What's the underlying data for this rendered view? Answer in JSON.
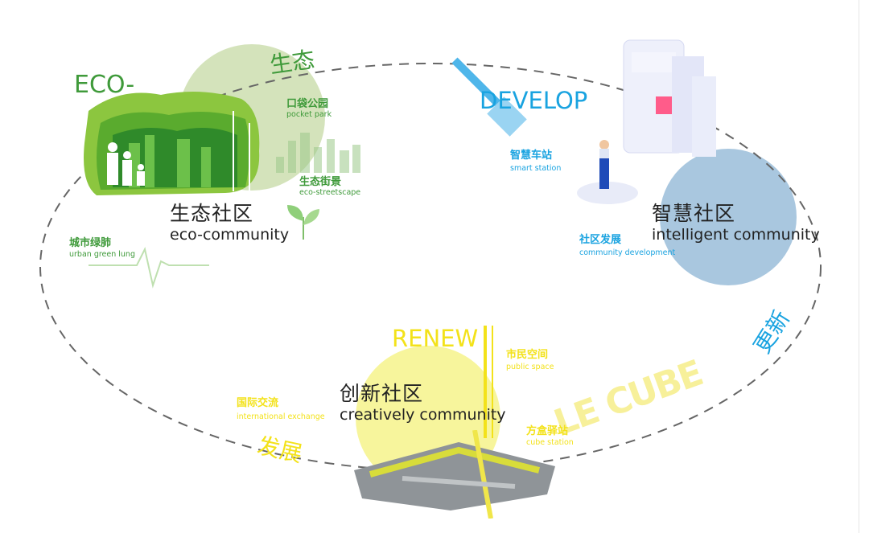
{
  "cycle": {
    "label_top": "生态",
    "label_right": "更新",
    "label_bottom": "发展"
  },
  "eco": {
    "heading": "ECO-",
    "title_cn": "生态社区",
    "title_en": "eco-community",
    "items": [
      {
        "cn": "口袋公园",
        "en": "pocket park"
      },
      {
        "cn": "生态街景",
        "en": "eco-streetscape"
      },
      {
        "cn": "城市绿肺",
        "en": "urban green lung"
      }
    ],
    "color": "#3f9a3a"
  },
  "develop": {
    "heading": "DEVELOP",
    "title_cn": "智慧社区",
    "title_en": "intelligent community",
    "items": [
      {
        "cn": "智慧车站",
        "en": "smart station"
      },
      {
        "cn": "社区发展",
        "en": "community development"
      }
    ],
    "color": "#19a3e0"
  },
  "renew": {
    "heading": "RENEW",
    "title_cn": "创新社区",
    "title_en": "creatively community",
    "items": [
      {
        "cn": "市民空间",
        "en": "public space"
      },
      {
        "cn": "国际交流",
        "en": "international exchange"
      },
      {
        "cn": "方盒驿站",
        "en": "cube station"
      }
    ],
    "cube_text": "LE CUBE",
    "color": "#f3e21a"
  }
}
